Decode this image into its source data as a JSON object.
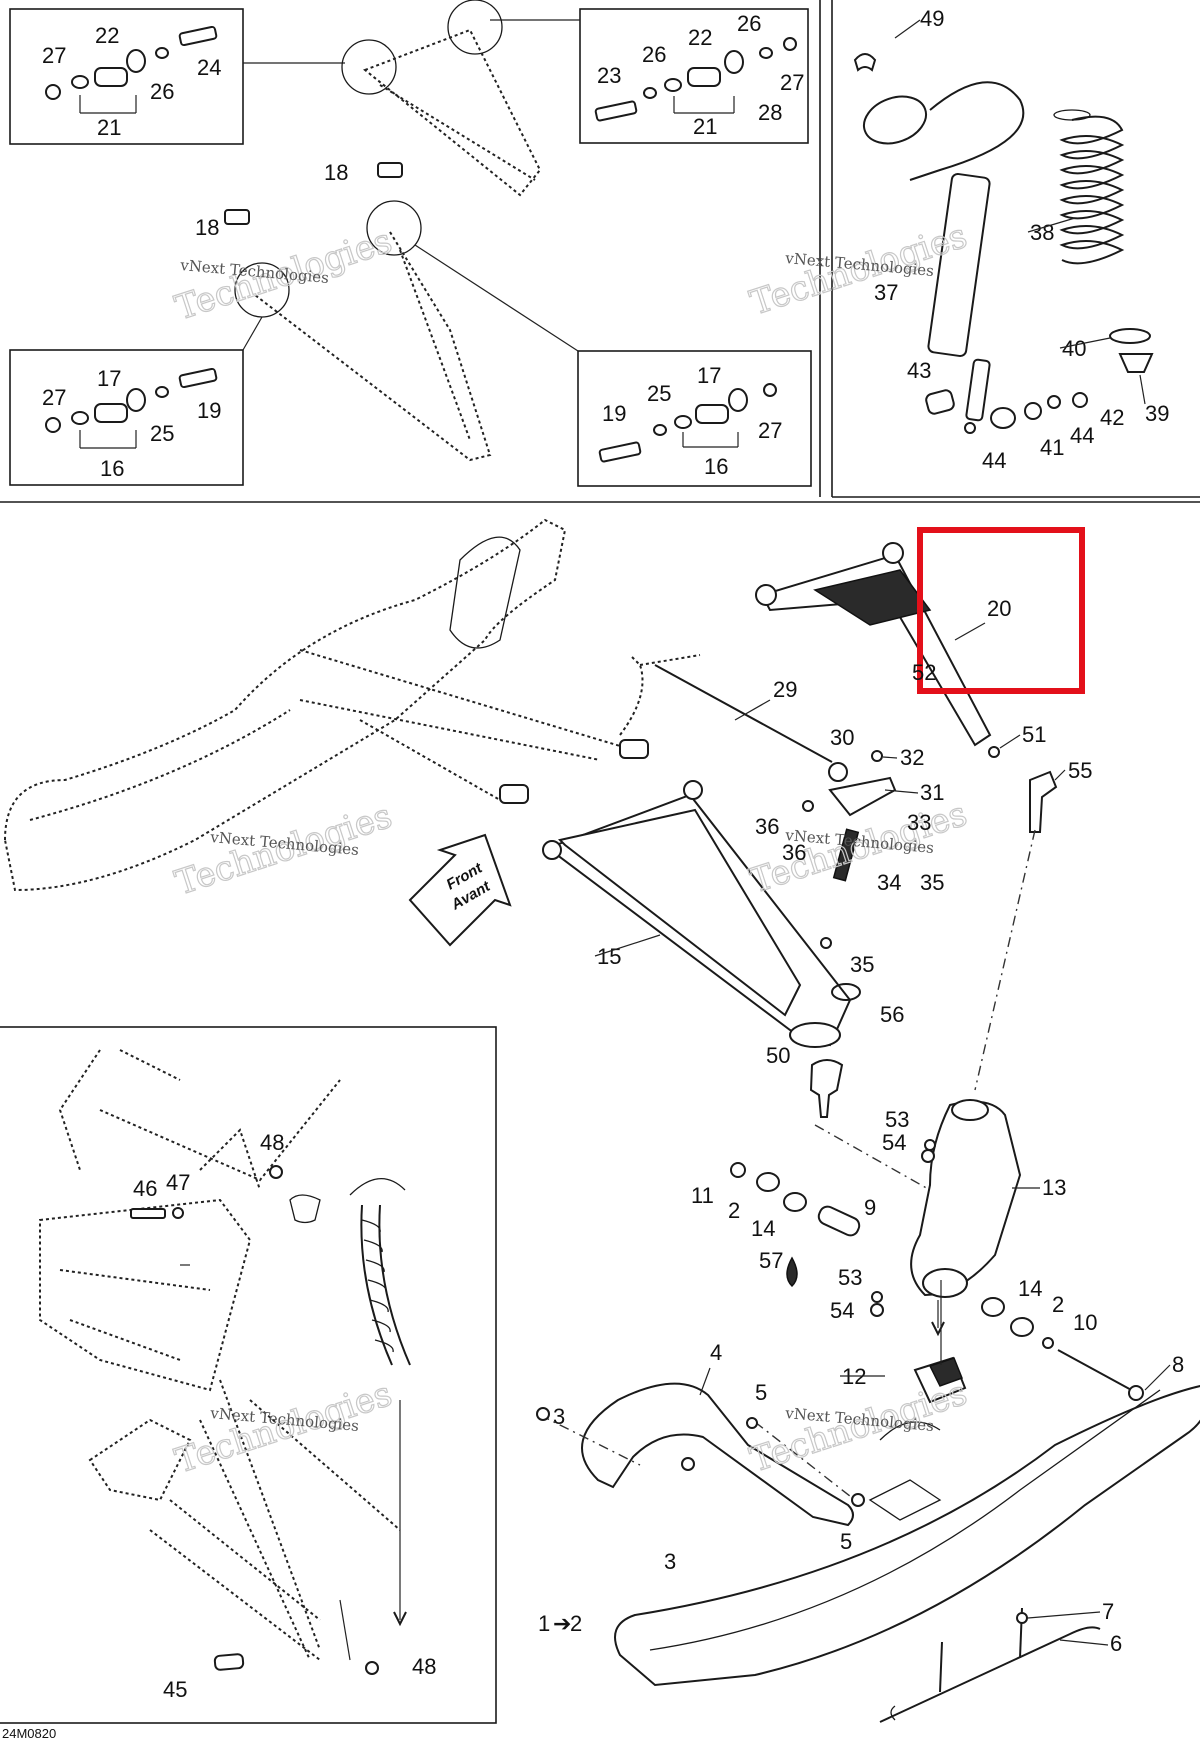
{
  "labels": {
    "l1": "1",
    "l2": "2",
    "l2b": "2",
    "l2c": "2",
    "l3": "3",
    "l3b": "3",
    "l4": "4",
    "l5": "5",
    "l5b": "5",
    "l6": "6",
    "l7": "7",
    "l8": "8",
    "l9": "9",
    "l10": "10",
    "l11": "11",
    "l12": "12",
    "l13": "13",
    "l14": "14",
    "l14b": "14",
    "l15": "15",
    "l16": "16",
    "l16b": "16",
    "l17": "17",
    "l17b": "17",
    "l18": "18",
    "l18b": "18",
    "l19": "19",
    "l19b": "19",
    "l20": "20",
    "l21": "21",
    "l21b": "21",
    "l22": "22",
    "l22b": "22",
    "l23": "23",
    "l24": "24",
    "l25": "25",
    "l25b": "25",
    "l26": "26",
    "l26b": "26",
    "l26c": "26",
    "l27": "27",
    "l27b": "27",
    "l27c": "27",
    "l27d": "27",
    "l28": "28",
    "l29": "29",
    "l30": "30",
    "l31": "31",
    "l32": "32",
    "l33": "33",
    "l34": "34",
    "l35": "35",
    "l35b": "35",
    "l36": "36",
    "l36b": "36",
    "l37": "37",
    "l38": "38",
    "l39": "39",
    "l40": "40",
    "l41": "41",
    "l42": "42",
    "l43": "43",
    "l44": "44",
    "l44b": "44",
    "l45": "45",
    "l46": "46",
    "l47": "47",
    "l48": "48",
    "l48b": "48",
    "l49": "49",
    "l50": "50",
    "l51": "51",
    "l52": "52",
    "l53": "53",
    "l53b": "53",
    "l54": "54",
    "l54b": "54",
    "l55": "55",
    "l56": "56",
    "l57": "57"
  },
  "front_arrow": {
    "line1": "Front",
    "line2": "Avant"
  },
  "watermark": {
    "line1": "vNext",
    "line2": "Technologies",
    "small": "vNext Technologies"
  },
  "figure_code": "24M0820",
  "highlight_color": "#e3101a"
}
